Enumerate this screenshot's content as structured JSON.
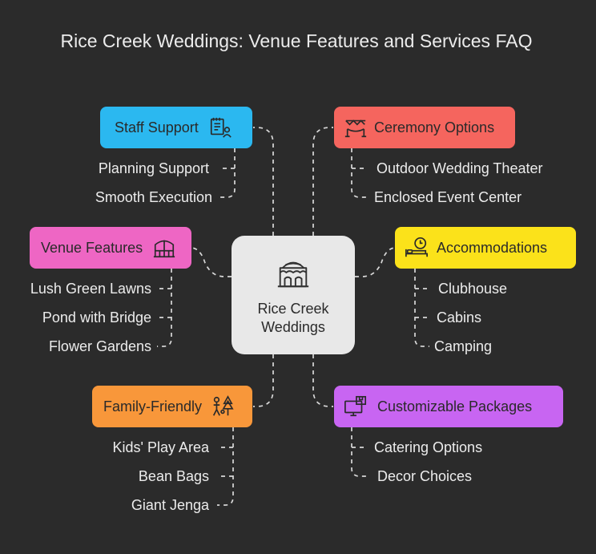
{
  "title": "Rice Creek Weddings: Venue Features and Services FAQ",
  "center": {
    "label": "Rice Creek Weddings",
    "icon": "venue-building-icon"
  },
  "branches": {
    "staff_support": {
      "label": "Staff Support",
      "color": "#2bb8f0",
      "icon": "checklist-person-icon",
      "items": [
        "Planning Support",
        "Smooth Execution"
      ]
    },
    "ceremony_options": {
      "label": "Ceremony Options",
      "color": "#f5655e",
      "icon": "ceremony-arch-icon",
      "items": [
        "Outdoor Wedding Theater",
        "Enclosed Event Center"
      ]
    },
    "venue_features": {
      "label": "Venue Features",
      "color": "#ee66c4",
      "icon": "gate-bridge-icon",
      "items": [
        "Lush Green Lawns",
        "Pond with Bridge",
        "Flower Gardens"
      ]
    },
    "accommodations": {
      "label": "Accommodations",
      "color": "#fbe21a",
      "icon": "bed-clock-icon",
      "items": [
        "Clubhouse",
        "Cabins",
        "Camping"
      ]
    },
    "family_friendly": {
      "label": "Family-Friendly",
      "color": "#f8973a",
      "icon": "family-tree-icon",
      "items": [
        "Kids' Play Area",
        "Bean Bags",
        "Giant Jenga"
      ]
    },
    "customizable_packages": {
      "label": "Customizable Packages",
      "color": "#c865f2",
      "icon": "monitor-box-icon",
      "items": [
        "Catering Options",
        "Decor Choices"
      ]
    }
  }
}
